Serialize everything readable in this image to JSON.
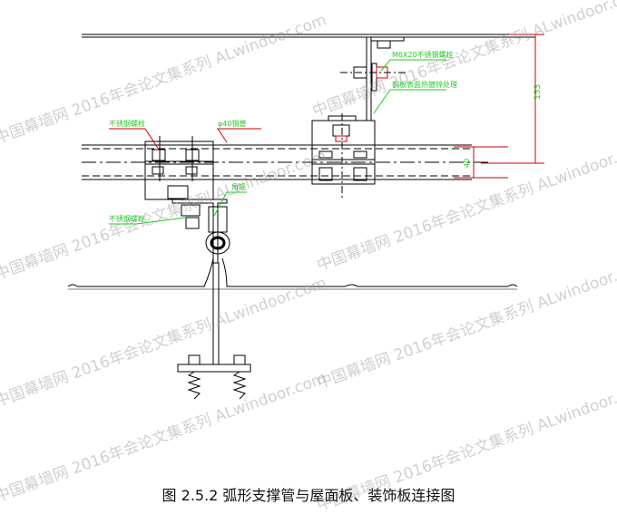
{
  "figure": {
    "caption": "图 2.5.2 弧形支撑管与屋面板、装饰板连接图",
    "labels": {
      "bolt_top": "M6X20不锈钢螺栓",
      "plate_note": "钢板表面热镀锌处理",
      "pipe": "φ40钢管",
      "ss_bolt_upper": "不锈钢螺栓",
      "ss_bolt_lower": "不锈钢螺栓",
      "angle": "角铝"
    },
    "dimensions": {
      "height_total": "153",
      "pipe_dia": "40"
    },
    "colors": {
      "line": "#000000",
      "leader": "#22cc22",
      "dimension": "#cc0000"
    }
  },
  "watermark": {
    "text": "中国幕墙网 2016年会论文集系列 ALwindoor.com"
  }
}
